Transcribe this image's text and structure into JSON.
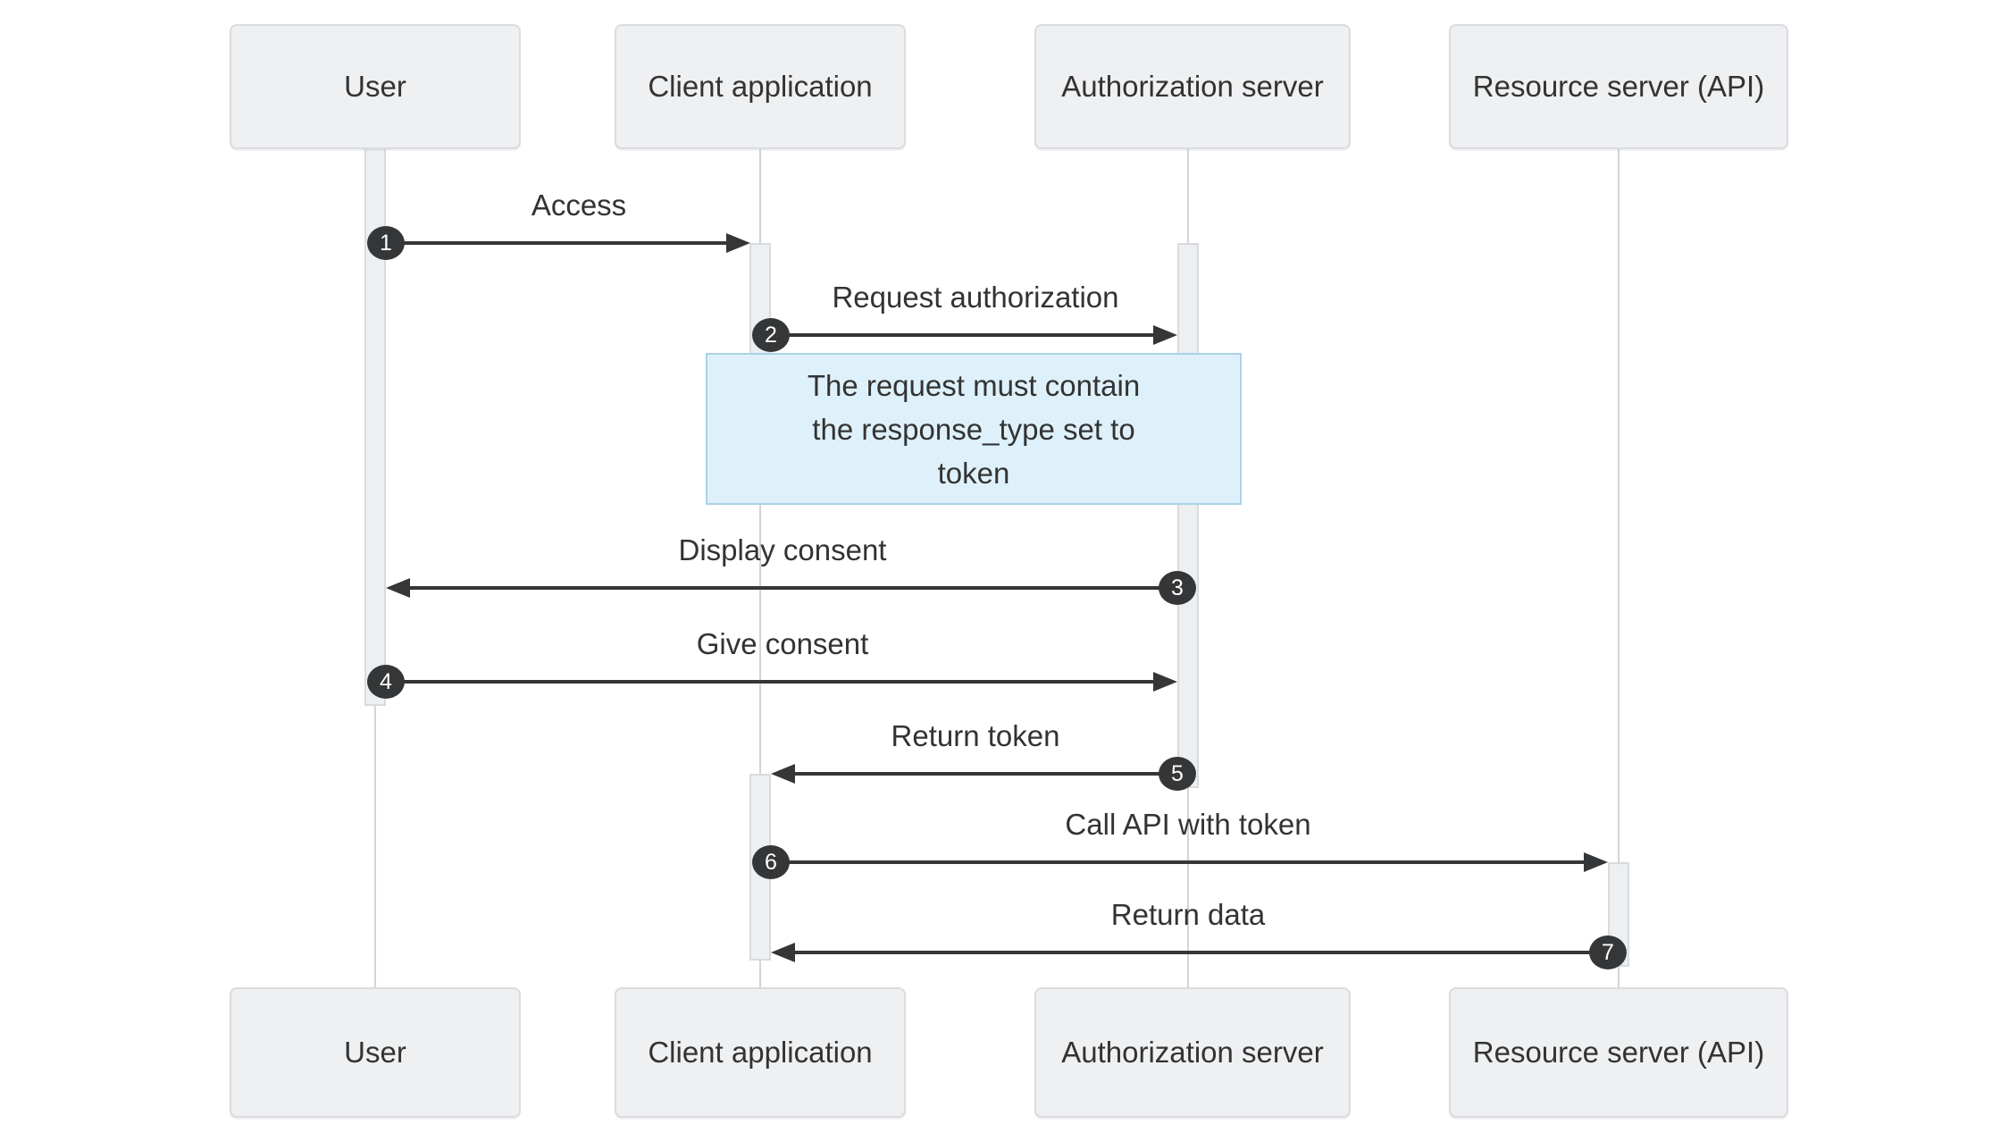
{
  "diagram": {
    "type": "sequence-diagram",
    "actors": [
      {
        "id": "user",
        "label": "User"
      },
      {
        "id": "client",
        "label": "Client application"
      },
      {
        "id": "auth",
        "label": "Authorization server"
      },
      {
        "id": "resource",
        "label": "Resource server (API)"
      }
    ],
    "messages": [
      {
        "seq": 1,
        "label": "Access",
        "from": "user",
        "to": "client"
      },
      {
        "seq": 2,
        "label": "Request authorization",
        "from": "client",
        "to": "auth"
      },
      {
        "seq": 3,
        "label": "Display consent",
        "from": "auth",
        "to": "user"
      },
      {
        "seq": 4,
        "label": "Give consent",
        "from": "user",
        "to": "auth"
      },
      {
        "seq": 5,
        "label": "Return token",
        "from": "auth",
        "to": "client"
      },
      {
        "seq": 6,
        "label": "Call API with token",
        "from": "client",
        "to": "resource"
      },
      {
        "seq": 7,
        "label": "Return data",
        "from": "resource",
        "to": "client"
      }
    ],
    "note": {
      "over": "client,auth",
      "text": "The request must contain the response_type set to token",
      "lines": [
        "The request must contain",
        "the response_type set to",
        "token"
      ]
    },
    "colors": {
      "background": "#ffffff",
      "actor_fill": "#eef0f2",
      "actor_border": "#d9dcdf",
      "lifeline": "#d2d5d8",
      "activation_fill": "#edeff1",
      "activation_border": "#d8dbde",
      "arrow": "#343638",
      "badge_fill": "#343638",
      "badge_text": "#ffffff",
      "note_fill": "#def1fa",
      "note_border": "#a9d2e8",
      "text": "#333333"
    }
  }
}
